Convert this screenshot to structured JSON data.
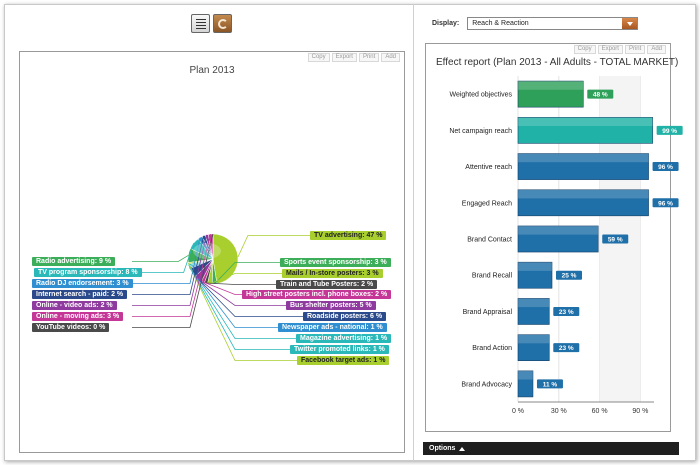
{
  "view_toggle": {
    "list_icon": "list-view-icon",
    "pie_icon": "pie-view-icon"
  },
  "left_toolbar": [
    "Copy",
    "Export",
    "Print",
    "Add"
  ],
  "right_toolbar": [
    "Copy",
    "Export",
    "Print",
    "Add"
  ],
  "display": {
    "label": "Display:",
    "value": "Reach & Reaction"
  },
  "options": {
    "label": "Options"
  },
  "colors": {
    "green": "#3cae5a",
    "lime": "#a8cf2e",
    "teal": "#2ab8b8",
    "blue": "#2f8fd0",
    "navy": "#2b4a8c",
    "purple": "#8e3a9e",
    "magenta": "#c43796",
    "dark": "#4a4a4a",
    "bar_green": "#2fa05a",
    "bar_teal": "#20b2a6",
    "bar_blue": "#1f6fa8"
  },
  "chart_data": [
    {
      "type": "pie",
      "title": "Plan 2013",
      "categories": [
        "TV advertising",
        "Sports event sponsorship",
        "Mails / In-store posters",
        "Train and Tube Posters",
        "High street posters incl. phone boxes",
        "Bus shelter posters",
        "Roadside posters",
        "Newspaper ads - national",
        "Magazine advertising",
        "Twitter promoted links",
        "Facebook target ads",
        "Radio advertising",
        "TV program sponsorship",
        "Radio DJ endorsement",
        "Internet search - paid",
        "Online - video ads",
        "Online - moving ads",
        "YouTube videos"
      ],
      "values": [
        47,
        3,
        3,
        2,
        2,
        5,
        6,
        1,
        1,
        1,
        1,
        9,
        8,
        3,
        2,
        2,
        3,
        0
      ],
      "labels": [
        "TV advertising: 47 %",
        "Sports event sponsorship: 3 %",
        "Mails / In-store posters: 3 %",
        "Train and Tube Posters: 2 %",
        "High street posters incl. phone boxes: 2 %",
        "Bus shelter posters: 5 %",
        "Roadside posters: 6 %",
        "Newspaper ads - national: 1 %",
        "Magazine advertising: 1 %",
        "Twitter promoted links: 1 %",
        "Facebook target ads: 1 %",
        "Radio advertising: 9 %",
        "TV program sponsorship: 8 %",
        "Radio DJ endorsement: 3 %",
        "Internet search - paid: 2 %",
        "Online - video ads: 2 %",
        "Online - moving ads: 3 %",
        "YouTube videos: 0 %"
      ],
      "colors": [
        "#a8cf2e",
        "#3cae5a",
        "#a8cf2e",
        "#4a4a4a",
        "#c43796",
        "#8e3a9e",
        "#2b4a8c",
        "#2f8fd0",
        "#2ab8b8",
        "#2ab8b8",
        "#a8cf2e",
        "#3cae5a",
        "#2ab8b8",
        "#2f8fd0",
        "#2b4a8c",
        "#8e3a9e",
        "#c43796",
        "#4a4a4a"
      ]
    },
    {
      "type": "bar",
      "orientation": "horizontal",
      "title": "Effect report (Plan 2013 - All Adults - TOTAL MARKET)",
      "categories": [
        "Weighted objectives",
        "Net campaign reach",
        "Attentive reach",
        "Engaged Reach",
        "Brand Contact",
        "Brand Recall",
        "Brand Appraisal",
        "Brand Action",
        "Brand Advocacy"
      ],
      "values": [
        48,
        99,
        96,
        96,
        59,
        25,
        23,
        23,
        11
      ],
      "value_labels": [
        "48 %",
        "99 %",
        "96 %",
        "96 %",
        "59 %",
        "25 %",
        "23 %",
        "23 %",
        "11 %"
      ],
      "bar_colors": [
        "#2fa05a",
        "#20b2a6",
        "#1f6fa8",
        "#1f6fa8",
        "#1f6fa8",
        "#1f6fa8",
        "#1f6fa8",
        "#1f6fa8",
        "#1f6fa8"
      ],
      "x_ticks": [
        "0 %",
        "30 %",
        "60 %",
        "90 %"
      ],
      "xlim": [
        0,
        100
      ],
      "grid": true
    }
  ]
}
